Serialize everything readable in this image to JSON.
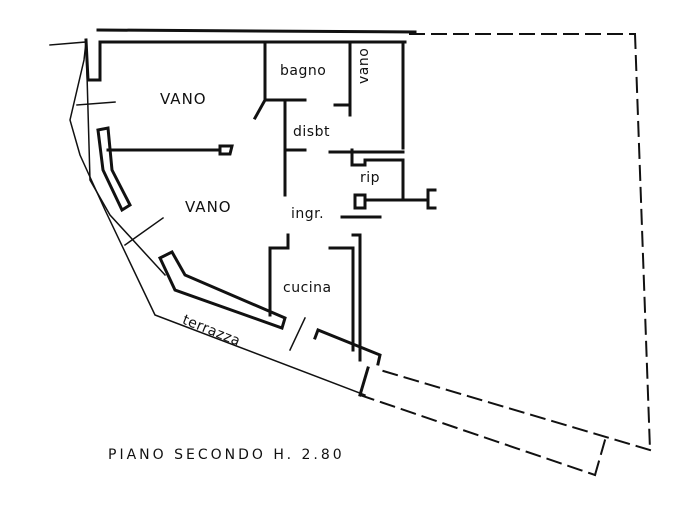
{
  "plan": {
    "caption": "PIANO  SECONDO  H. 2.80",
    "rooms": [
      {
        "id": "vano1",
        "label": "VANO"
      },
      {
        "id": "vano2",
        "label": "VANO"
      },
      {
        "id": "bagno",
        "label": "bagno"
      },
      {
        "id": "vano3",
        "label": "vano"
      },
      {
        "id": "disbt",
        "label": "disbt"
      },
      {
        "id": "rip",
        "label": "rip"
      },
      {
        "id": "ingr",
        "label": "ingr."
      },
      {
        "id": "cucina",
        "label": "cucina"
      },
      {
        "id": "terrazza",
        "label": "terrazza"
      }
    ],
    "colors": {
      "ink": "#111111",
      "background": "#ffffff"
    }
  }
}
